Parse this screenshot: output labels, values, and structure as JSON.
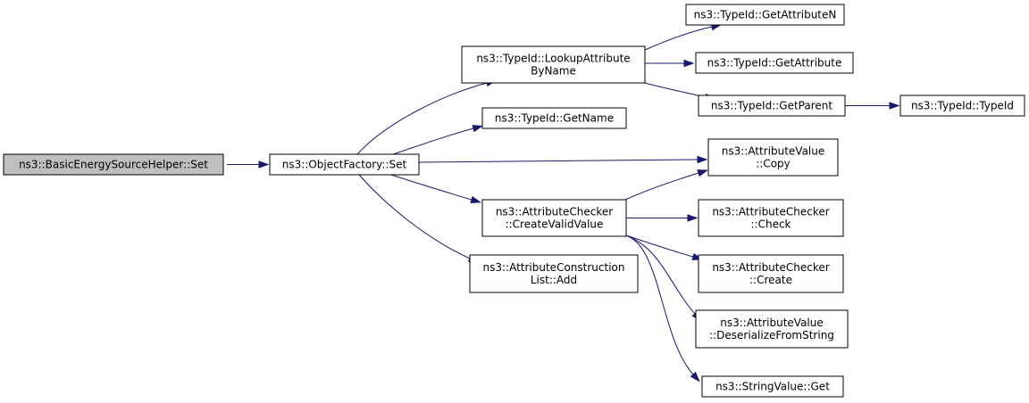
{
  "colors": {
    "edge": "#191970",
    "root_fill": "#bfbfbf",
    "node_fill": "#ffffff",
    "node_stroke": "#000000"
  },
  "nodes": [
    {
      "id": "n0",
      "lines": [
        "ns3::BasicEnergySourceHelper::Set"
      ],
      "root": true
    },
    {
      "id": "n1",
      "lines": [
        "ns3::ObjectFactory::Set"
      ]
    },
    {
      "id": "n2",
      "lines": [
        "ns3::TypeId::LookupAttribute",
        "ByName"
      ]
    },
    {
      "id": "n3",
      "lines": [
        "ns3::TypeId::GetName"
      ]
    },
    {
      "id": "n4",
      "lines": [
        "ns3::AttributeChecker",
        "::CreateValidValue"
      ]
    },
    {
      "id": "n5",
      "lines": [
        "ns3::AttributeConstruction",
        "List::Add"
      ]
    },
    {
      "id": "n6",
      "lines": [
        "ns3::TypeId::GetAttributeN"
      ]
    },
    {
      "id": "n7",
      "lines": [
        "ns3::TypeId::GetAttribute"
      ]
    },
    {
      "id": "n8",
      "lines": [
        "ns3::TypeId::GetParent"
      ]
    },
    {
      "id": "n9",
      "lines": [
        "ns3::AttributeValue",
        "::Copy"
      ]
    },
    {
      "id": "n10",
      "lines": [
        "ns3::AttributeChecker",
        "::Check"
      ]
    },
    {
      "id": "n11",
      "lines": [
        "ns3::AttributeChecker",
        "::Create"
      ]
    },
    {
      "id": "n12",
      "lines": [
        "ns3::AttributeValue",
        "::DeserializeFromString"
      ]
    },
    {
      "id": "n13",
      "lines": [
        "ns3::StringValue::Get"
      ]
    },
    {
      "id": "n14",
      "lines": [
        "ns3::TypeId::TypeId"
      ]
    }
  ],
  "edges": [
    {
      "from": "n0",
      "to": "n1"
    },
    {
      "from": "n1",
      "to": "n2"
    },
    {
      "from": "n1",
      "to": "n3"
    },
    {
      "from": "n1",
      "to": "n9"
    },
    {
      "from": "n1",
      "to": "n4"
    },
    {
      "from": "n1",
      "to": "n5"
    },
    {
      "from": "n2",
      "to": "n6"
    },
    {
      "from": "n2",
      "to": "n7"
    },
    {
      "from": "n2",
      "to": "n8"
    },
    {
      "from": "n8",
      "to": "n14"
    },
    {
      "from": "n4",
      "to": "n9"
    },
    {
      "from": "n4",
      "to": "n10"
    },
    {
      "from": "n4",
      "to": "n11"
    },
    {
      "from": "n4",
      "to": "n12"
    },
    {
      "from": "n4",
      "to": "n13"
    }
  ]
}
